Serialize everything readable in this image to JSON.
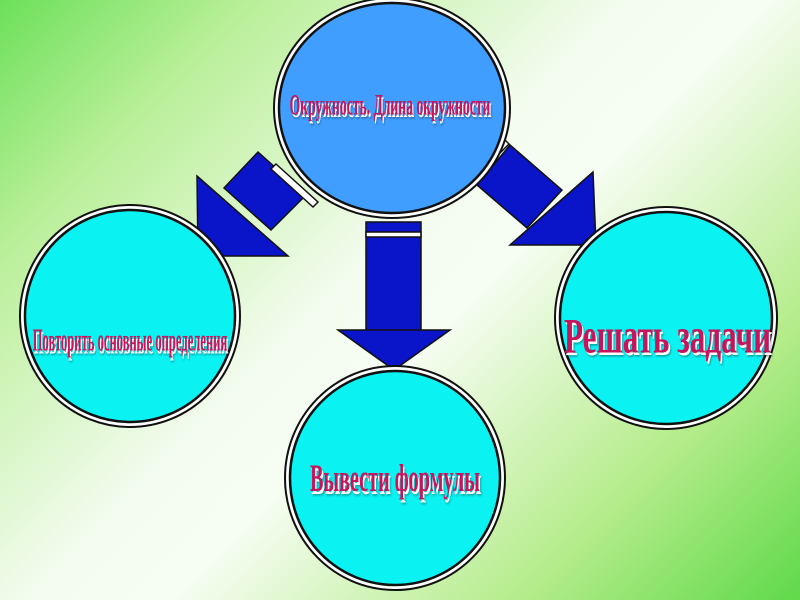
{
  "colors": {
    "center_fill": "#3f9eff",
    "outer_fill": "#0af2f2",
    "outline": "#111111",
    "arrow": "#0a14c8",
    "text": "#c8145a"
  },
  "center": {
    "label": "Окружность. Длина окружности"
  },
  "outer": {
    "left": {
      "label": "Повторить основные определения"
    },
    "bottom": {
      "label": "Вывести формулы"
    },
    "right": {
      "label": "Решать задачи"
    }
  }
}
